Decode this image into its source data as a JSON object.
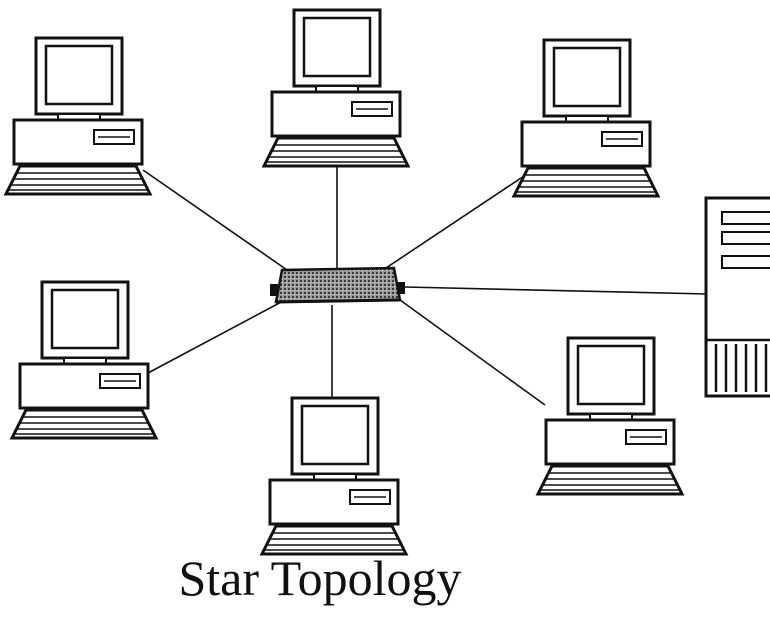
{
  "diagram": {
    "caption": "Star Topology",
    "colors": {
      "ink": "#111111",
      "paper": "#ffffff",
      "hub_fill": "#8a8a8a"
    },
    "hub": {
      "icon": "network-hub-icon"
    },
    "nodes": [
      {
        "id": "pc-top-left",
        "icon": "desktop-computer-icon"
      },
      {
        "id": "pc-top-center",
        "icon": "desktop-computer-icon"
      },
      {
        "id": "pc-top-right",
        "icon": "desktop-computer-icon"
      },
      {
        "id": "pc-middle-left",
        "icon": "desktop-computer-icon"
      },
      {
        "id": "pc-bottom-center",
        "icon": "desktop-computer-icon"
      },
      {
        "id": "pc-bottom-right",
        "icon": "desktop-computer-icon"
      },
      {
        "id": "server-right",
        "icon": "tower-server-icon"
      }
    ]
  }
}
